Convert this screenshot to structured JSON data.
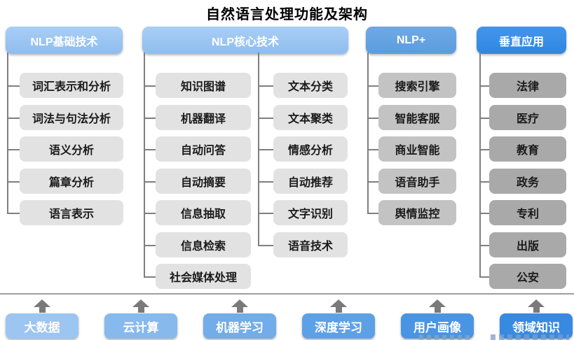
{
  "title": "自然语言处理功能及架构",
  "colors": {
    "header_light": "#8FBDEF",
    "header_mid": "#5B9CDE",
    "header_vivid": "#2E87E2",
    "item_light": "#E2E2E2",
    "item_mid": "#C3C3C3",
    "item_dark": "#A9A9A9",
    "item_text": "#1A1A1A",
    "connector": "#7F7F7F",
    "arrow": "#7A7A7A",
    "divider": "#9E9E9E"
  },
  "columns": [
    {
      "header": "NLP基础技术",
      "header_style": "light",
      "item_style": "light",
      "groups": [
        {
          "items": [
            "词汇表示和分析",
            "词法与句法分析",
            "语义分析",
            "篇章分析",
            "语言表示"
          ]
        }
      ]
    },
    {
      "header": "NLP核心技术",
      "header_style": "light",
      "item_style": "light",
      "groups": [
        {
          "items": [
            "知识图谱",
            "机器翻译",
            "自动问答",
            "自动摘要",
            "信息抽取",
            "信息检索",
            "社会媒体处理"
          ]
        },
        {
          "items": [
            "文本分类",
            "文本聚类",
            "情感分析",
            "自动推荐",
            "文字识别",
            "语音技术"
          ]
        }
      ]
    },
    {
      "header": "NLP+",
      "header_style": "mid",
      "item_style": "mid",
      "groups": [
        {
          "items": [
            "搜索引擎",
            "智能客服",
            "商业智能",
            "语音助手",
            "舆情监控"
          ]
        }
      ]
    },
    {
      "header": "垂直应用",
      "header_style": "vivid",
      "item_style": "dark",
      "groups": [
        {
          "items": [
            "法律",
            "医疗",
            "教育",
            "政务",
            "专利",
            "出版",
            "公安"
          ]
        }
      ]
    }
  ],
  "foundation": [
    {
      "label": "大数据",
      "color": "#9CC5F1"
    },
    {
      "label": "云计算",
      "color": "#87B9ED"
    },
    {
      "label": "机器学习",
      "color": "#72ACE9"
    },
    {
      "label": "深度学习",
      "color": "#5DA0E6"
    },
    {
      "label": "用户画像",
      "color": "#4A95E3"
    },
    {
      "label": "领域知识",
      "color": "#3889E0"
    }
  ],
  "icons": {
    "up_arrow": "up-arrow-icon"
  }
}
